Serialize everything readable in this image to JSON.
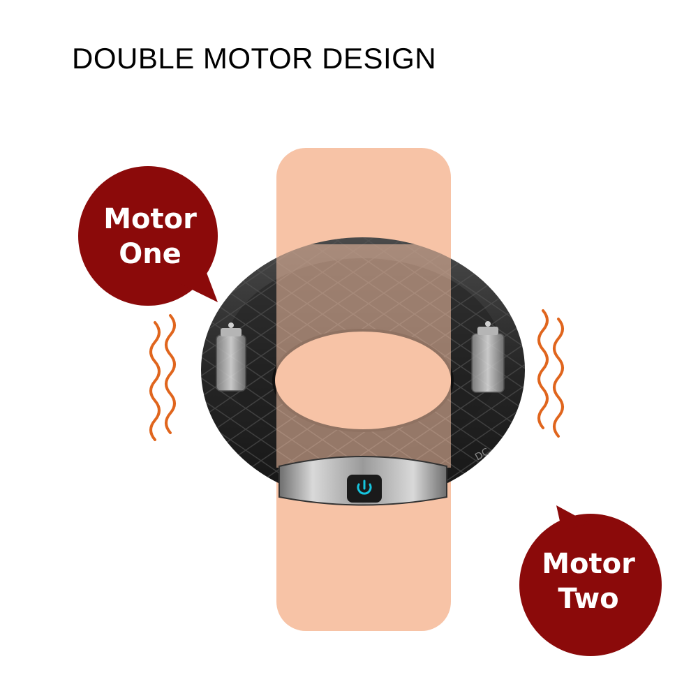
{
  "heading": "DOUBLE MOTOR DESIGN",
  "motor_one": {
    "line1": "Motor",
    "line2": "One"
  },
  "motor_two": {
    "line1": "Motor",
    "line2": "Two"
  },
  "ring_marking": "DC",
  "colors": {
    "bubble": "#8b0a0a",
    "skin": "#f7c3a6",
    "ring": "#2b2b2b",
    "vibration": "#e0651d",
    "power_icon": "#16c5de"
  }
}
